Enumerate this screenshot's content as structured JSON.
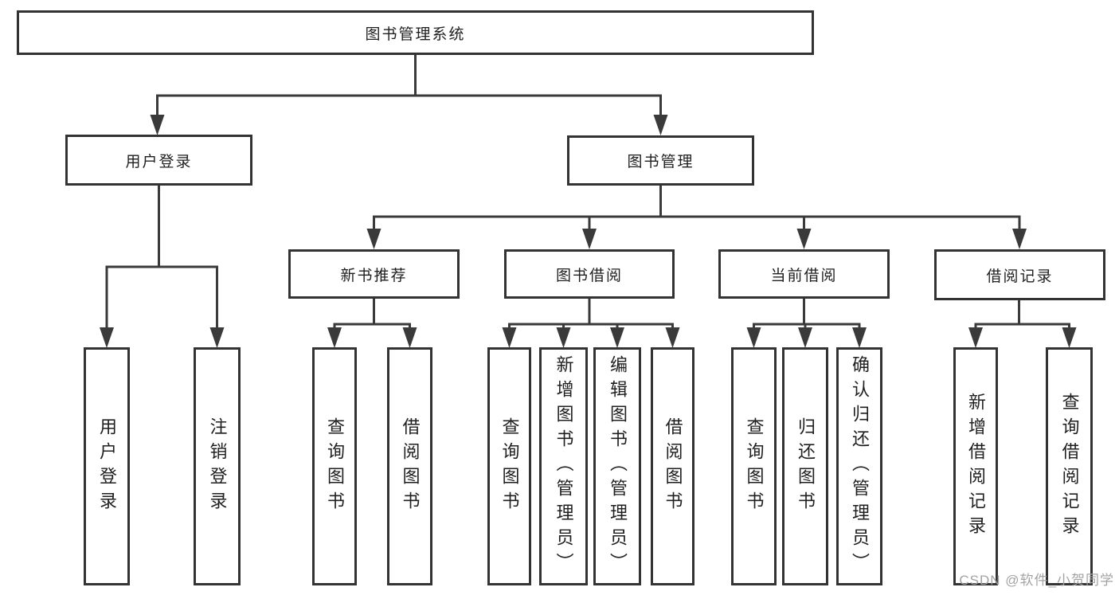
{
  "diagram_title": "图书管理系统",
  "nodes": {
    "root": "图书管理系统",
    "level2": {
      "user_login": "用户登录",
      "book_management": "图书管理"
    },
    "level3": {
      "new_book_recommend": "新书推荐",
      "book_borrow": "图书借阅",
      "current_borrow": "当前借阅",
      "borrow_records": "借阅记录"
    },
    "leaves": {
      "user_login": "用户登录",
      "logout": "注销登录",
      "nbr_query_books": "查询图书",
      "nbr_borrow_books": "借阅图书",
      "bb_query_books": "查询图书",
      "bb_add_books": "新增图书（管理员）",
      "bb_edit_books": "编辑图书（管理员）",
      "bb_borrow_books": "借阅图书",
      "cb_query_books": "查询图书",
      "cb_return_books": "归还图书",
      "cb_confirm_return": "确认归还（管理员）",
      "br_add_record": "新增借阅记录",
      "br_query_record": "查询借阅记录"
    }
  },
  "watermark": "CSDN @软件_小贺同学",
  "colors": {
    "line": "#3a3a3a",
    "box_border": "#333333",
    "text": "#1f1f1f",
    "watermark": "#a3a3a3",
    "background": "#ffffff"
  }
}
